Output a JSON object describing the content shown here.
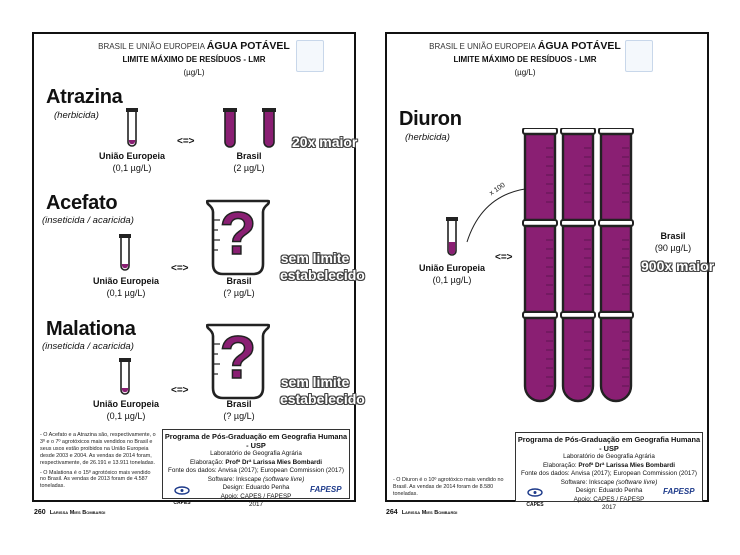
{
  "header": {
    "line1_prefix": "BRASIL E UNIÃO EUROPEIA",
    "line1_bold": "ÁGUA POTÁVEL",
    "line2": "LIMITE MÁXIMO DE RESÍDUOS - LMR",
    "line3": "(µg/L)"
  },
  "comparison_arrow": "<=>",
  "left_page": {
    "page_number": "260",
    "author": "Larissa Mies Bombardi",
    "sections": [
      {
        "name": "Atrazina",
        "type": "(herbicida)",
        "eu_label": "União Europeia",
        "eu_value": "(0,1 µg/L)",
        "br_label": "Brasil",
        "br_value": "(2 µg/L)",
        "comparison": "20x maior",
        "eu_fill_pct": 5,
        "br_fill_pct": 100
      },
      {
        "name": "Acefato",
        "type": "(inseticida / acaricida)",
        "eu_label": "União Europeia",
        "eu_value": "(0,1 µg/L)",
        "br_label": "Brasil",
        "br_value": "(? µg/L)",
        "comparison_line1": "sem limite",
        "comparison_line2": "estabelecido",
        "unknown_glyph": "?"
      },
      {
        "name": "Malationa",
        "type": "(inseticida / acaricida)",
        "eu_label": "União Europeia",
        "eu_value": "(0,1 µg/L)",
        "br_label": "Brasil",
        "br_value": "(? µg/L)",
        "comparison_line1": "sem limite",
        "comparison_line2": "estabelecido",
        "unknown_glyph": "?"
      }
    ],
    "footnote": [
      "- O Acefato e a Atrazina são, respectivamente, o 3º e o 7º agrotóxicos mais vendidos no Brasil e seus usos estão proibidos na União Europeia desde 2003 e 2004. As vendas de 2014 foram, respectivamente, de 26.191 e 13.911 toneladas.",
      "- O Malationa é o 15º agrotóxico mais vendido no Brasil. As vendas de 2013 foram de 4.587 toneladas."
    ]
  },
  "right_page": {
    "page_number": "264",
    "author": "Larissa Mies Bombardi",
    "name": "Diuron",
    "type": "(herbicida)",
    "eu_label": "União Europeia",
    "eu_value": "(0,1 µg/L)",
    "br_label": "Brasil",
    "br_value": "(90 µg/L)",
    "comparison": "900x maior",
    "multiplier": "x 100",
    "eu_fill_pct": 30,
    "grid_cols": 3,
    "grid_rows": 3,
    "footnote": [
      "- O Diuron é o 10º agrotóxico mais vendido no Brasil. As vendas de 2014 foram de 8.580 toneladas."
    ]
  },
  "credits": {
    "title": "Programa de Pós-Graduação em Geografia Humana - USP",
    "lab": "Laboratório de Geografia Agrária",
    "elaboration_prefix": "Elaboração:",
    "elaboration_name": "Profª Drª Larissa Mies Bombardi",
    "sources": "Fonte dos dados: Anvisa (2017); European Commission (2017)",
    "software_prefix": "Software: Inkscape",
    "software_note": "(software livre)",
    "design": "Design: Eduardo Penha",
    "support": "Apoio: CAPES / FAPESP",
    "year": "2017",
    "logo_capes": "CAPES",
    "logo_fapesp": "FAPESP"
  },
  "colors": {
    "liquid": "#8a1f73",
    "liquid_dark": "#5e1450",
    "outline": "#222222",
    "accent_blue": "#1d3a8a"
  }
}
